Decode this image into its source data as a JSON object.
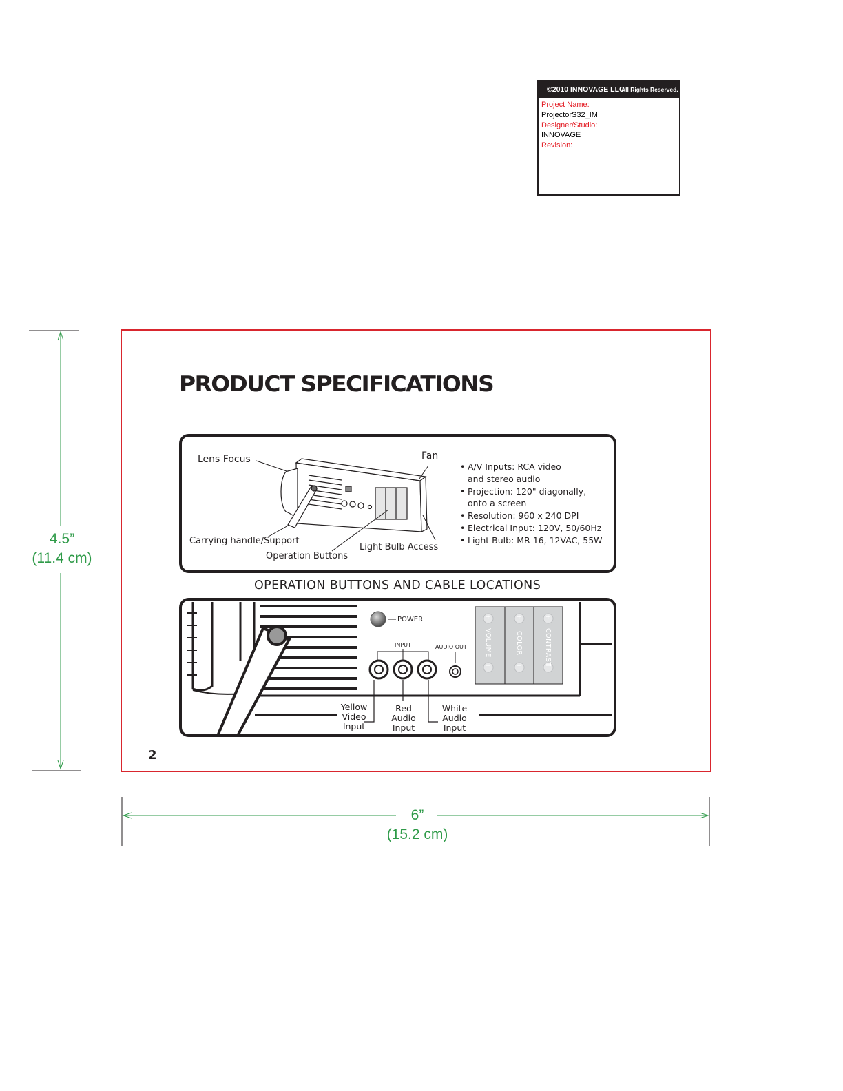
{
  "info_box": {
    "copyright": "©2010 INNOVAGE LLC",
    "rights": "All Rights Reserved.",
    "project_name_label": "Project Name:",
    "project_name_value": "ProjectorS32_IM",
    "designer_label": "Designer/Studio:",
    "designer_value": "INNOVAGE",
    "revision_label": "Revision:"
  },
  "dimensions": {
    "height_in": "4.5”",
    "height_cm": "(11.4 cm)",
    "width_in": "6”",
    "width_cm": "(15.2 cm)"
  },
  "page": {
    "title": "PRODUCT SPECIFICATIONS",
    "page_number": "2",
    "section_heading": "OPERATION BUTTONS AND CABLE LOCATIONS"
  },
  "top_diagram": {
    "labels": {
      "lens_focus": "Lens Focus",
      "fan": "Fan",
      "carrying_handle": "Carrying handle/Support",
      "operation_buttons": "Operation Buttons",
      "light_bulb_access": "Light Bulb Access"
    },
    "specs": [
      "A/V Inputs: RCA video\nand stereo audio",
      "Projection: 120\" diagonally,\nonto a screen",
      "Resolution: 960 x 240 DPI",
      "Electrical Input: 120V, 50/60Hz",
      "Light Bulb: MR-16, 12VAC, 55W"
    ]
  },
  "bottom_diagram": {
    "power_label": "POWER",
    "input_label": "INPUT",
    "audio_out_label": "AUDIO OUT",
    "controls": [
      "VOLUME",
      "COLOR",
      "CONTRAST"
    ],
    "plus": "+",
    "minus": "−",
    "cables": {
      "yellow": [
        "Yellow",
        "Video",
        "Input"
      ],
      "red": [
        "Red",
        "Audio",
        "Input"
      ],
      "white": [
        "White",
        "Audio",
        "Input"
      ]
    }
  }
}
